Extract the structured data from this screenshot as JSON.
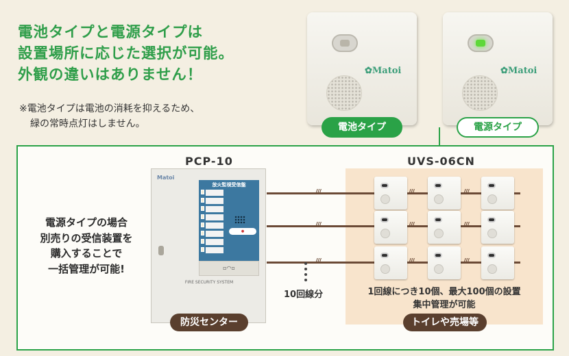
{
  "headline": {
    "line1": "電池タイプと電源タイプは",
    "line2": "設置場所に応じた選択が可能。",
    "line3": "外観の違いはありません！"
  },
  "note": {
    "line1": "※電池タイプは電池の消耗を抑えるため、",
    "line2": "緑の常時点灯はしません。"
  },
  "products": {
    "brand": "Matoi",
    "battery_label": "電池タイプ",
    "mains_label": "電源タイプ",
    "battery_led_color": "#b9b5a9",
    "mains_led_color": "#5fd83a"
  },
  "diagram": {
    "side_text": [
      "電源タイプの場合",
      "別売りの受信装置を",
      "購入することで",
      "一括管理が可能!"
    ],
    "receiver": {
      "model": "PCP-10",
      "brand": "Matoi",
      "panel_title": "放火監視受信盤",
      "footer": "FIRE SECURITY SYSTEM",
      "location": "防災センター"
    },
    "sensors": {
      "model": "UVS-06CN",
      "caption_line1": "1回線につき10個、最大100個の設置",
      "caption_line2": "集中管理が可能",
      "location": "トイレや売場等"
    },
    "lines_label": "10回線分",
    "colors": {
      "accent": "#2aa247",
      "wire": "#6b4a36",
      "area": "#f8e4cc",
      "tag": "#5a3f2e",
      "panel": "#3c78a0"
    }
  }
}
